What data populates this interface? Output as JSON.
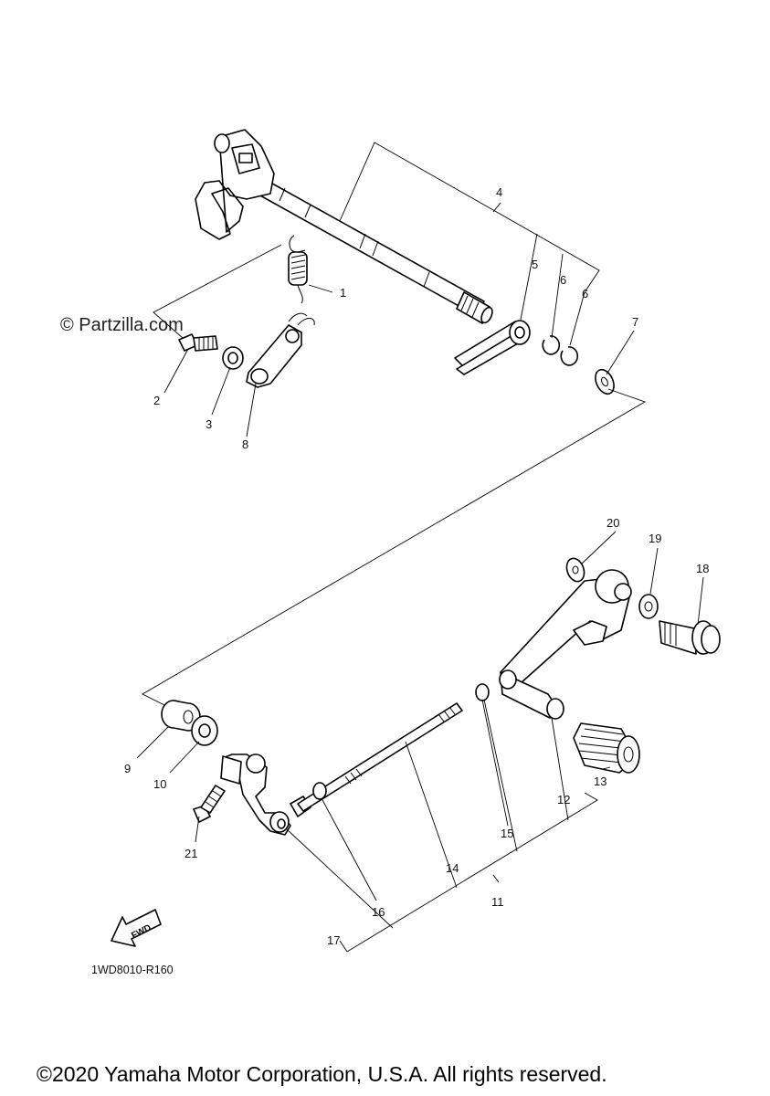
{
  "watermark": "© Partzilla.com",
  "diagram_code": "1WD8010-R160",
  "fwd_label": "FWD",
  "copyright": "©2020 Yamaha Motor Corporation, U.S.A. All rights reserved.",
  "callouts": [
    "1",
    "2",
    "3",
    "4",
    "5",
    "6",
    "6",
    "7",
    "8",
    "9",
    "10",
    "11",
    "12",
    "13",
    "14",
    "15",
    "16",
    "17",
    "18",
    "19",
    "20",
    "21"
  ],
  "colors": {
    "line": "#000000",
    "background": "#ffffff"
  }
}
